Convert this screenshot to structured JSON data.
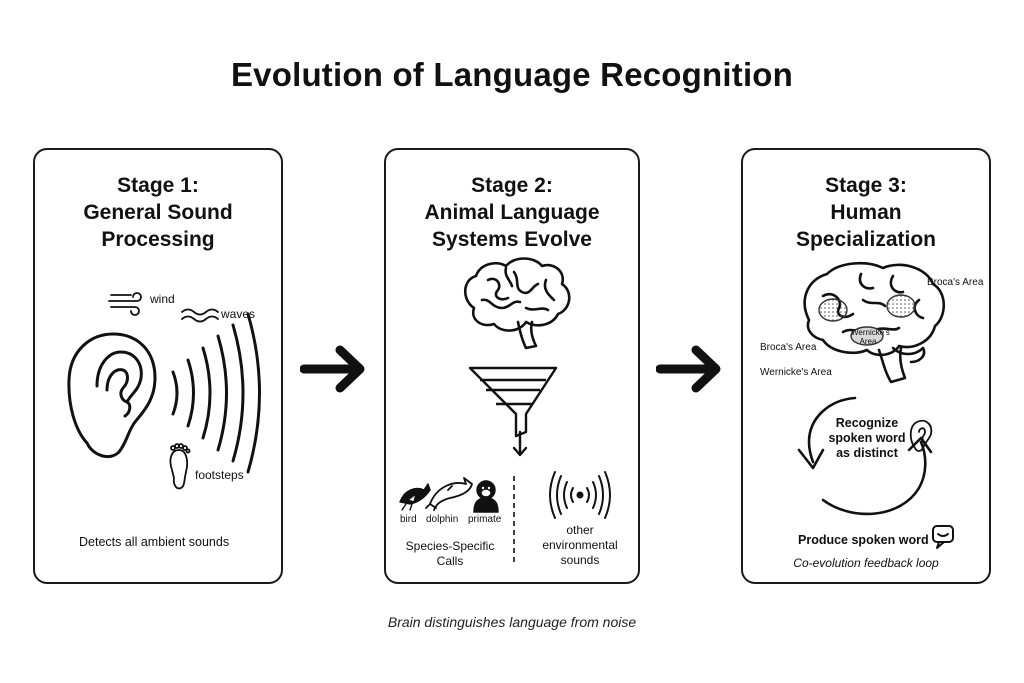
{
  "title": "Evolution of Language Recognition",
  "caption": "Brain distinguishes language from noise",
  "stages": [
    {
      "title_lines": [
        "Stage 1:",
        "General Sound",
        "Processing"
      ],
      "labels": {
        "wind": "wind",
        "waves": "waves",
        "footsteps": "footsteps"
      },
      "footer": "Detects all ambient sounds"
    },
    {
      "title_lines": [
        "Stage 2:",
        "Animal Language",
        "Systems Evolve"
      ],
      "animals": [
        "bird",
        "dolphin",
        "primate"
      ],
      "left_group": [
        "Species-Specific",
        "Calls"
      ],
      "right_group": [
        "other",
        "environmental",
        "sounds"
      ]
    },
    {
      "title_lines": [
        "Stage 3:",
        "Human",
        "Specialization"
      ],
      "brain_labels": {
        "broca_right": "Broca's Area",
        "broca_left": "Broca's Area",
        "wernicke_left": "Wernicke's Area",
        "wernicke_inner": [
          "Wernicke's",
          "Area"
        ]
      },
      "loop_top": [
        "Recognize",
        "spoken word",
        "as distinct"
      ],
      "loop_bottom": "Produce spoken word",
      "loop_caption": "Co-evolution feedback loop"
    }
  ]
}
